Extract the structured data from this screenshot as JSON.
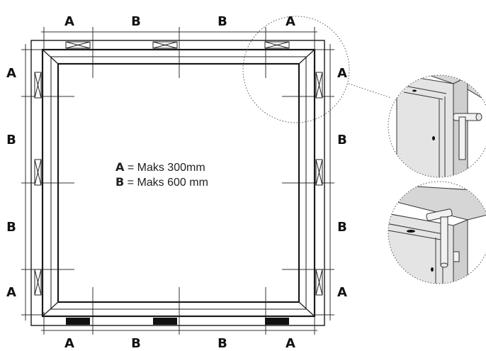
{
  "dimension_labels": {
    "top": [
      "A",
      "B",
      "B",
      "A"
    ],
    "bottom": [
      "A",
      "B",
      "B",
      "A"
    ],
    "left": [
      "A",
      "B",
      "B",
      "A"
    ],
    "right": [
      "A",
      "B",
      "B",
      "A"
    ]
  },
  "legend": [
    {
      "key": "A",
      "text": " = Maks 300mm"
    },
    {
      "key": "B",
      "text": " = Maks 600 mm"
    }
  ]
}
